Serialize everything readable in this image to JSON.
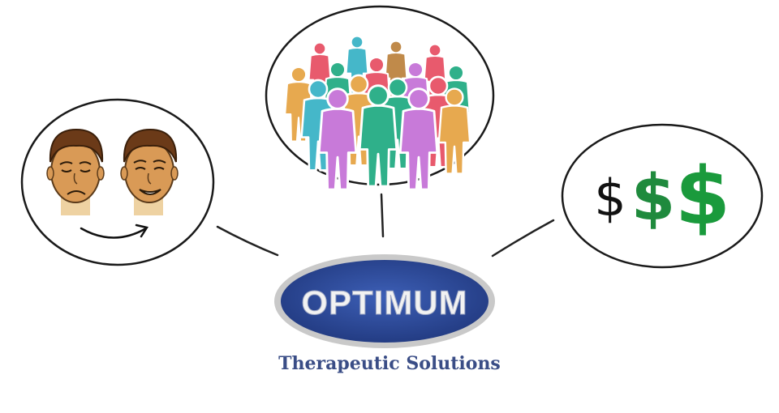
{
  "logo": {
    "brand": "OPTIMUM",
    "tagline": "Therapeutic Solutions",
    "badge_color": "#2f4fa3",
    "text_color": "#f2f2f2"
  },
  "bubbles": {
    "left": {
      "concept": "patient improvement",
      "icons": [
        "sad-face-icon",
        "happy-face-icon",
        "curved-arrow-icon"
      ]
    },
    "top": {
      "concept": "population",
      "icon": "crowd-icon",
      "people_colors": [
        "#e85a6d",
        "#45b7c9",
        "#c08a4a",
        "#e85a6d",
        "#e7a94f",
        "#2fb08a",
        "#e85a6d",
        "#c87ad9",
        "#2fb08a",
        "#45b7c9",
        "#e7a94f",
        "#2fb08a",
        "#e85a6d",
        "#c87ad9",
        "#2fb08a",
        "#c87ad9",
        "#e7a94f"
      ]
    },
    "right": {
      "concept": "money",
      "symbols": [
        {
          "glyph": "$",
          "color": "#111111"
        },
        {
          "glyph": "$",
          "color": "#1f8a3d"
        },
        {
          "glyph": "$",
          "color": "#1a9a3c"
        }
      ]
    }
  }
}
